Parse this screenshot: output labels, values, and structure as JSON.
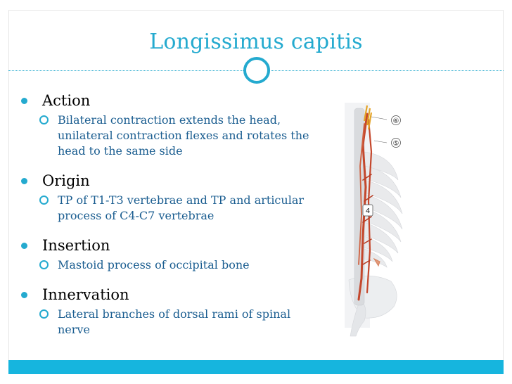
{
  "title": "Longissimus capitis",
  "sections": [
    {
      "heading": "Action",
      "details": [
        "Bilateral contraction extends the head,",
        "unilateral contraction flexes and rotates the",
        "head to the same side"
      ]
    },
    {
      "heading": "Origin",
      "details": [
        "TP of T1-T3 vertebrae and TP and articular",
        "process of C4-C7 vertebrae"
      ]
    },
    {
      "heading": "Insertion",
      "details": [
        "Mastoid process of occipital bone"
      ]
    },
    {
      "heading": "Innervation",
      "details": [
        "Lateral branches of dorsal rami of spinal",
        "nerve"
      ]
    }
  ],
  "figure": {
    "labels": [
      "⑥",
      "⑤",
      "4"
    ]
  },
  "colors": {
    "accent": "#24aacf",
    "bar": "#16b5de",
    "subtext": "#1a5d90",
    "muscle": "#c4472c"
  }
}
